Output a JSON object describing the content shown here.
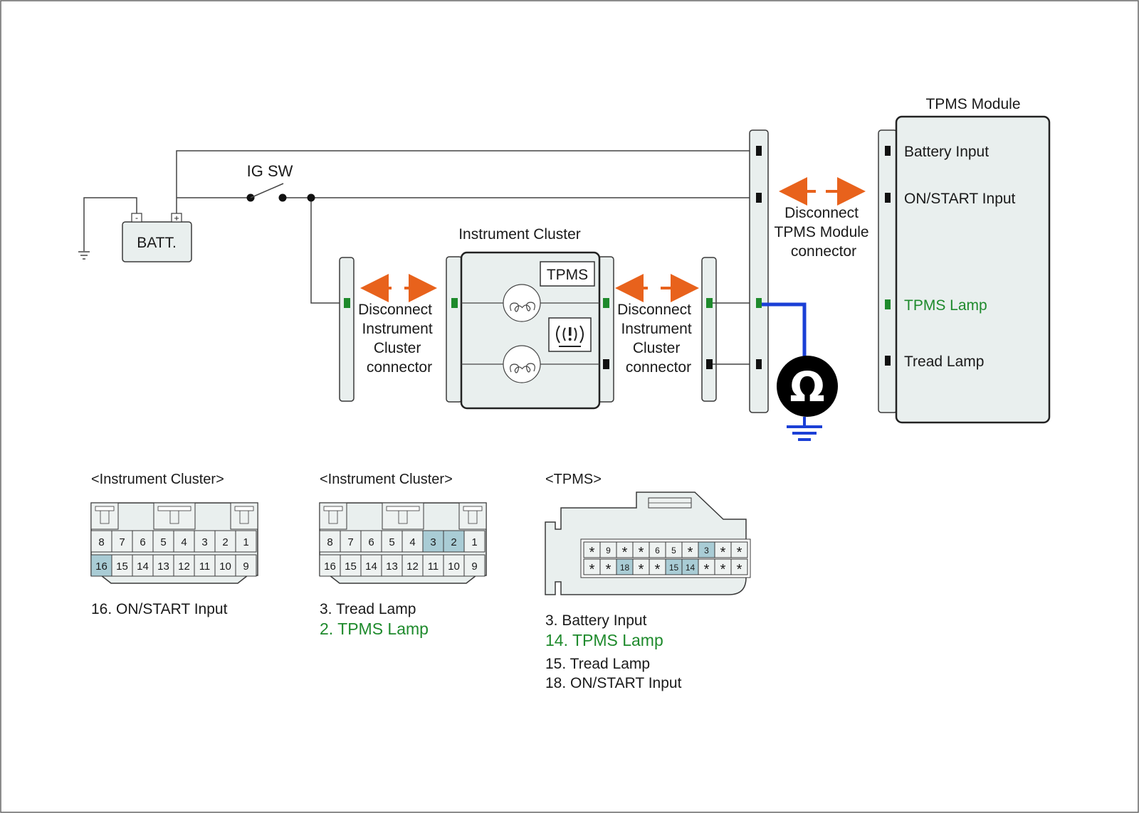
{
  "labels": {
    "ig_sw": "IG SW",
    "batt": "BATT.",
    "batt_minus": "-",
    "batt_plus": "+",
    "instrument_cluster": "Instrument Cluster",
    "tpms_box": "TPMS",
    "tpms_module": "TPMS Module",
    "disconnect_ic_left": [
      "Disconnect",
      "Instrument",
      "Cluster",
      "connector"
    ],
    "disconnect_ic_right": [
      "Disconnect",
      "Instrument",
      "Cluster",
      "connector"
    ],
    "disconnect_tpms": [
      "Disconnect",
      "TPMS Module",
      "connector"
    ],
    "ohm_symbol": "Ω"
  },
  "tpms_module_pins": [
    {
      "label": "Battery Input",
      "color": "#111111"
    },
    {
      "label": "ON/START Input",
      "color": "#111111"
    },
    {
      "label": "TPMS Lamp",
      "color": "#1e8a2c"
    },
    {
      "label": "Tread Lamp",
      "color": "#111111"
    }
  ],
  "connectors": [
    {
      "title": "<Instrument Cluster>",
      "top_row": [
        "8",
        "7",
        "6",
        "5",
        "4",
        "3",
        "2",
        "1"
      ],
      "bottom_row": [
        "16",
        "15",
        "14",
        "13",
        "12",
        "11",
        "10",
        "9"
      ],
      "highlighted": [
        "16"
      ],
      "legend": [
        {
          "text": "16. ON/START Input",
          "color": "#1a1a1a"
        }
      ]
    },
    {
      "title": "<Instrument Cluster>",
      "top_row": [
        "8",
        "7",
        "6",
        "5",
        "4",
        "3",
        "2",
        "1"
      ],
      "bottom_row": [
        "16",
        "15",
        "14",
        "13",
        "12",
        "11",
        "10",
        "9"
      ],
      "highlighted": [
        "3",
        "2"
      ],
      "legend": [
        {
          "text": "3. Tread Lamp",
          "color": "#1a1a1a"
        },
        {
          "text": "2. TPMS Lamp",
          "color": "#1e8a2c"
        }
      ]
    },
    {
      "title": "<TPMS>",
      "top_row": [
        "*",
        "9",
        "*",
        "*",
        "6",
        "5",
        "*",
        "3",
        "*",
        "*"
      ],
      "bottom_row": [
        "*",
        "*",
        "18",
        "*",
        "*",
        "15",
        "14",
        "*",
        "*",
        "*"
      ],
      "highlighted": [
        "3",
        "18",
        "15",
        "14"
      ],
      "legend": [
        {
          "text": "3. Battery Input",
          "color": "#1a1a1a"
        },
        {
          "text": "14. TPMS Lamp",
          "color": "#1e8a2c"
        },
        {
          "text": "15. Tread Lamp",
          "color": "#1a1a1a"
        },
        {
          "text": "18. ON/START Input",
          "color": "#1a1a1a"
        }
      ]
    }
  ],
  "colors": {
    "arrow": "#e8621c",
    "meter_wire": "#1a3fd6",
    "pin_green": "#1e8a2c",
    "highlight_cell": "#a9ccd5",
    "panel": "#e9efee"
  }
}
